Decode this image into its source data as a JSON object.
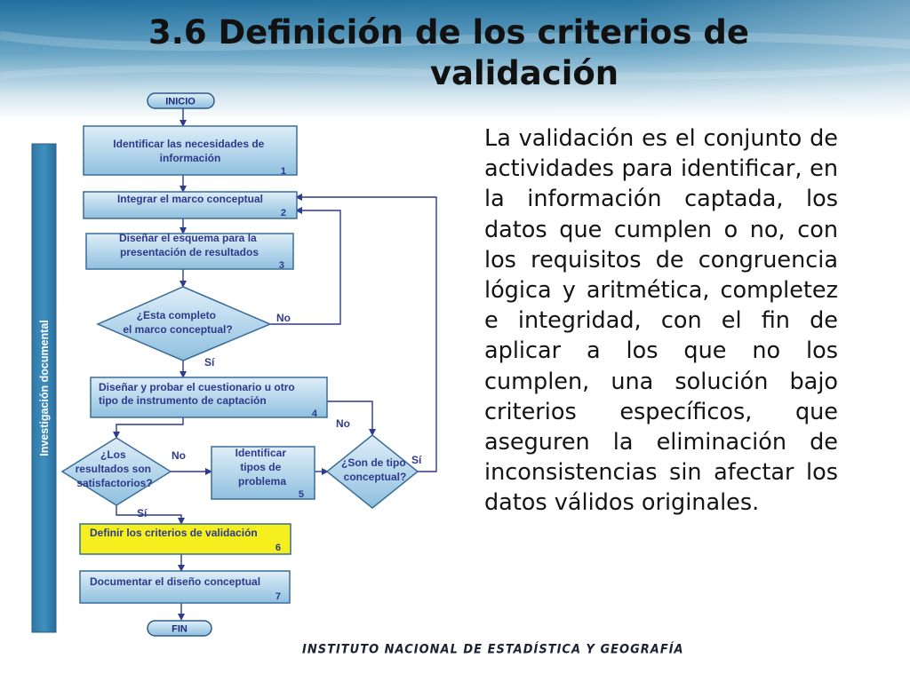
{
  "slide": {
    "title_line1": "3.6 Definición de los criterios de",
    "title_line2": "validación",
    "body": "La validación es el conjunto de actividades para identificar, en la información captada, los datos que cumplen o no, con los requisitos de congruencia lógica y aritmética, completez e integridad, con el fin de aplicar a los que no los cumplen, una solución bajo criterios específicos, que aseguren la eliminación de inconsistencias sin afectar los datos válidos originales.",
    "footer": "INSTITUTO NACIONAL  DE ESTADÍSTICA Y GEOGRAFÍA"
  },
  "flow": {
    "side_label": "Investigación documental",
    "start": "INICIO",
    "end": "FIN",
    "steps": [
      {
        "lines": [
          "Identificar las necesidades de",
          "información"
        ],
        "number": "1"
      },
      {
        "lines": [
          "Integrar el marco conceptual"
        ],
        "number": "2"
      },
      {
        "lines": [
          "Diseñar el esquema para la",
          "presentación de resultados"
        ],
        "number": "3"
      },
      {
        "lines": [
          "Diseñar y probar el cuestionario u otro",
          "tipo de instrumento de captación"
        ],
        "number": "4"
      },
      {
        "lines": [
          "Identificar",
          "tipos de",
          "problema"
        ],
        "number": "5"
      },
      {
        "lines": [
          "Definir los criterios de validación"
        ],
        "number": "6"
      },
      {
        "lines": [
          "Documentar el diseño conceptual"
        ],
        "number": "7"
      }
    ],
    "decisions": [
      {
        "lines": [
          "¿Esta completo",
          "el  marco conceptual?"
        ]
      },
      {
        "lines": [
          "¿Los",
          "resultados son",
          "satisfactorios?"
        ]
      },
      {
        "lines": [
          "¿Son de tipo",
          "conceptual?"
        ]
      }
    ],
    "labels": {
      "d1_no": "No",
      "d1_yes": "Sí",
      "d2_no": "No",
      "d2_yes": "Sí",
      "d3_no": "No",
      "d3_yes": "Sí"
    }
  }
}
